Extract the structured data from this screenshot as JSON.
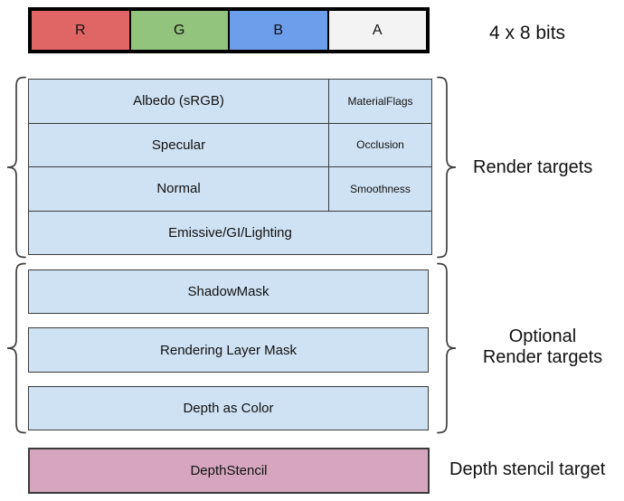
{
  "top_bar": {
    "cells": [
      {
        "label": "R",
        "color": "#E06666"
      },
      {
        "label": "G",
        "color": "#93C47D"
      },
      {
        "label": "B",
        "color": "#6D9EEB"
      },
      {
        "label": "A",
        "color": "#F3F3F3"
      }
    ],
    "caption": "4 x 8 bits"
  },
  "render_targets": {
    "label": "Render targets",
    "rows": [
      {
        "main": "Albedo (sRGB)",
        "alpha": "MaterialFlags"
      },
      {
        "main": "Specular",
        "alpha": "Occlusion"
      },
      {
        "main": "Normal",
        "alpha": "Smoothness"
      }
    ],
    "full_row": "Emissive/GI/Lighting"
  },
  "optional_targets": {
    "label_lines": [
      "Optional",
      "Render targets"
    ],
    "boxes": [
      "ShadowMask",
      "Rendering Layer Mask",
      "Depth as Color"
    ],
    "fill": "#CFE2F3"
  },
  "depth_stencil": {
    "box_label": "DepthStencil",
    "label": "Depth stencil target",
    "fill": "#D5A6BD"
  }
}
